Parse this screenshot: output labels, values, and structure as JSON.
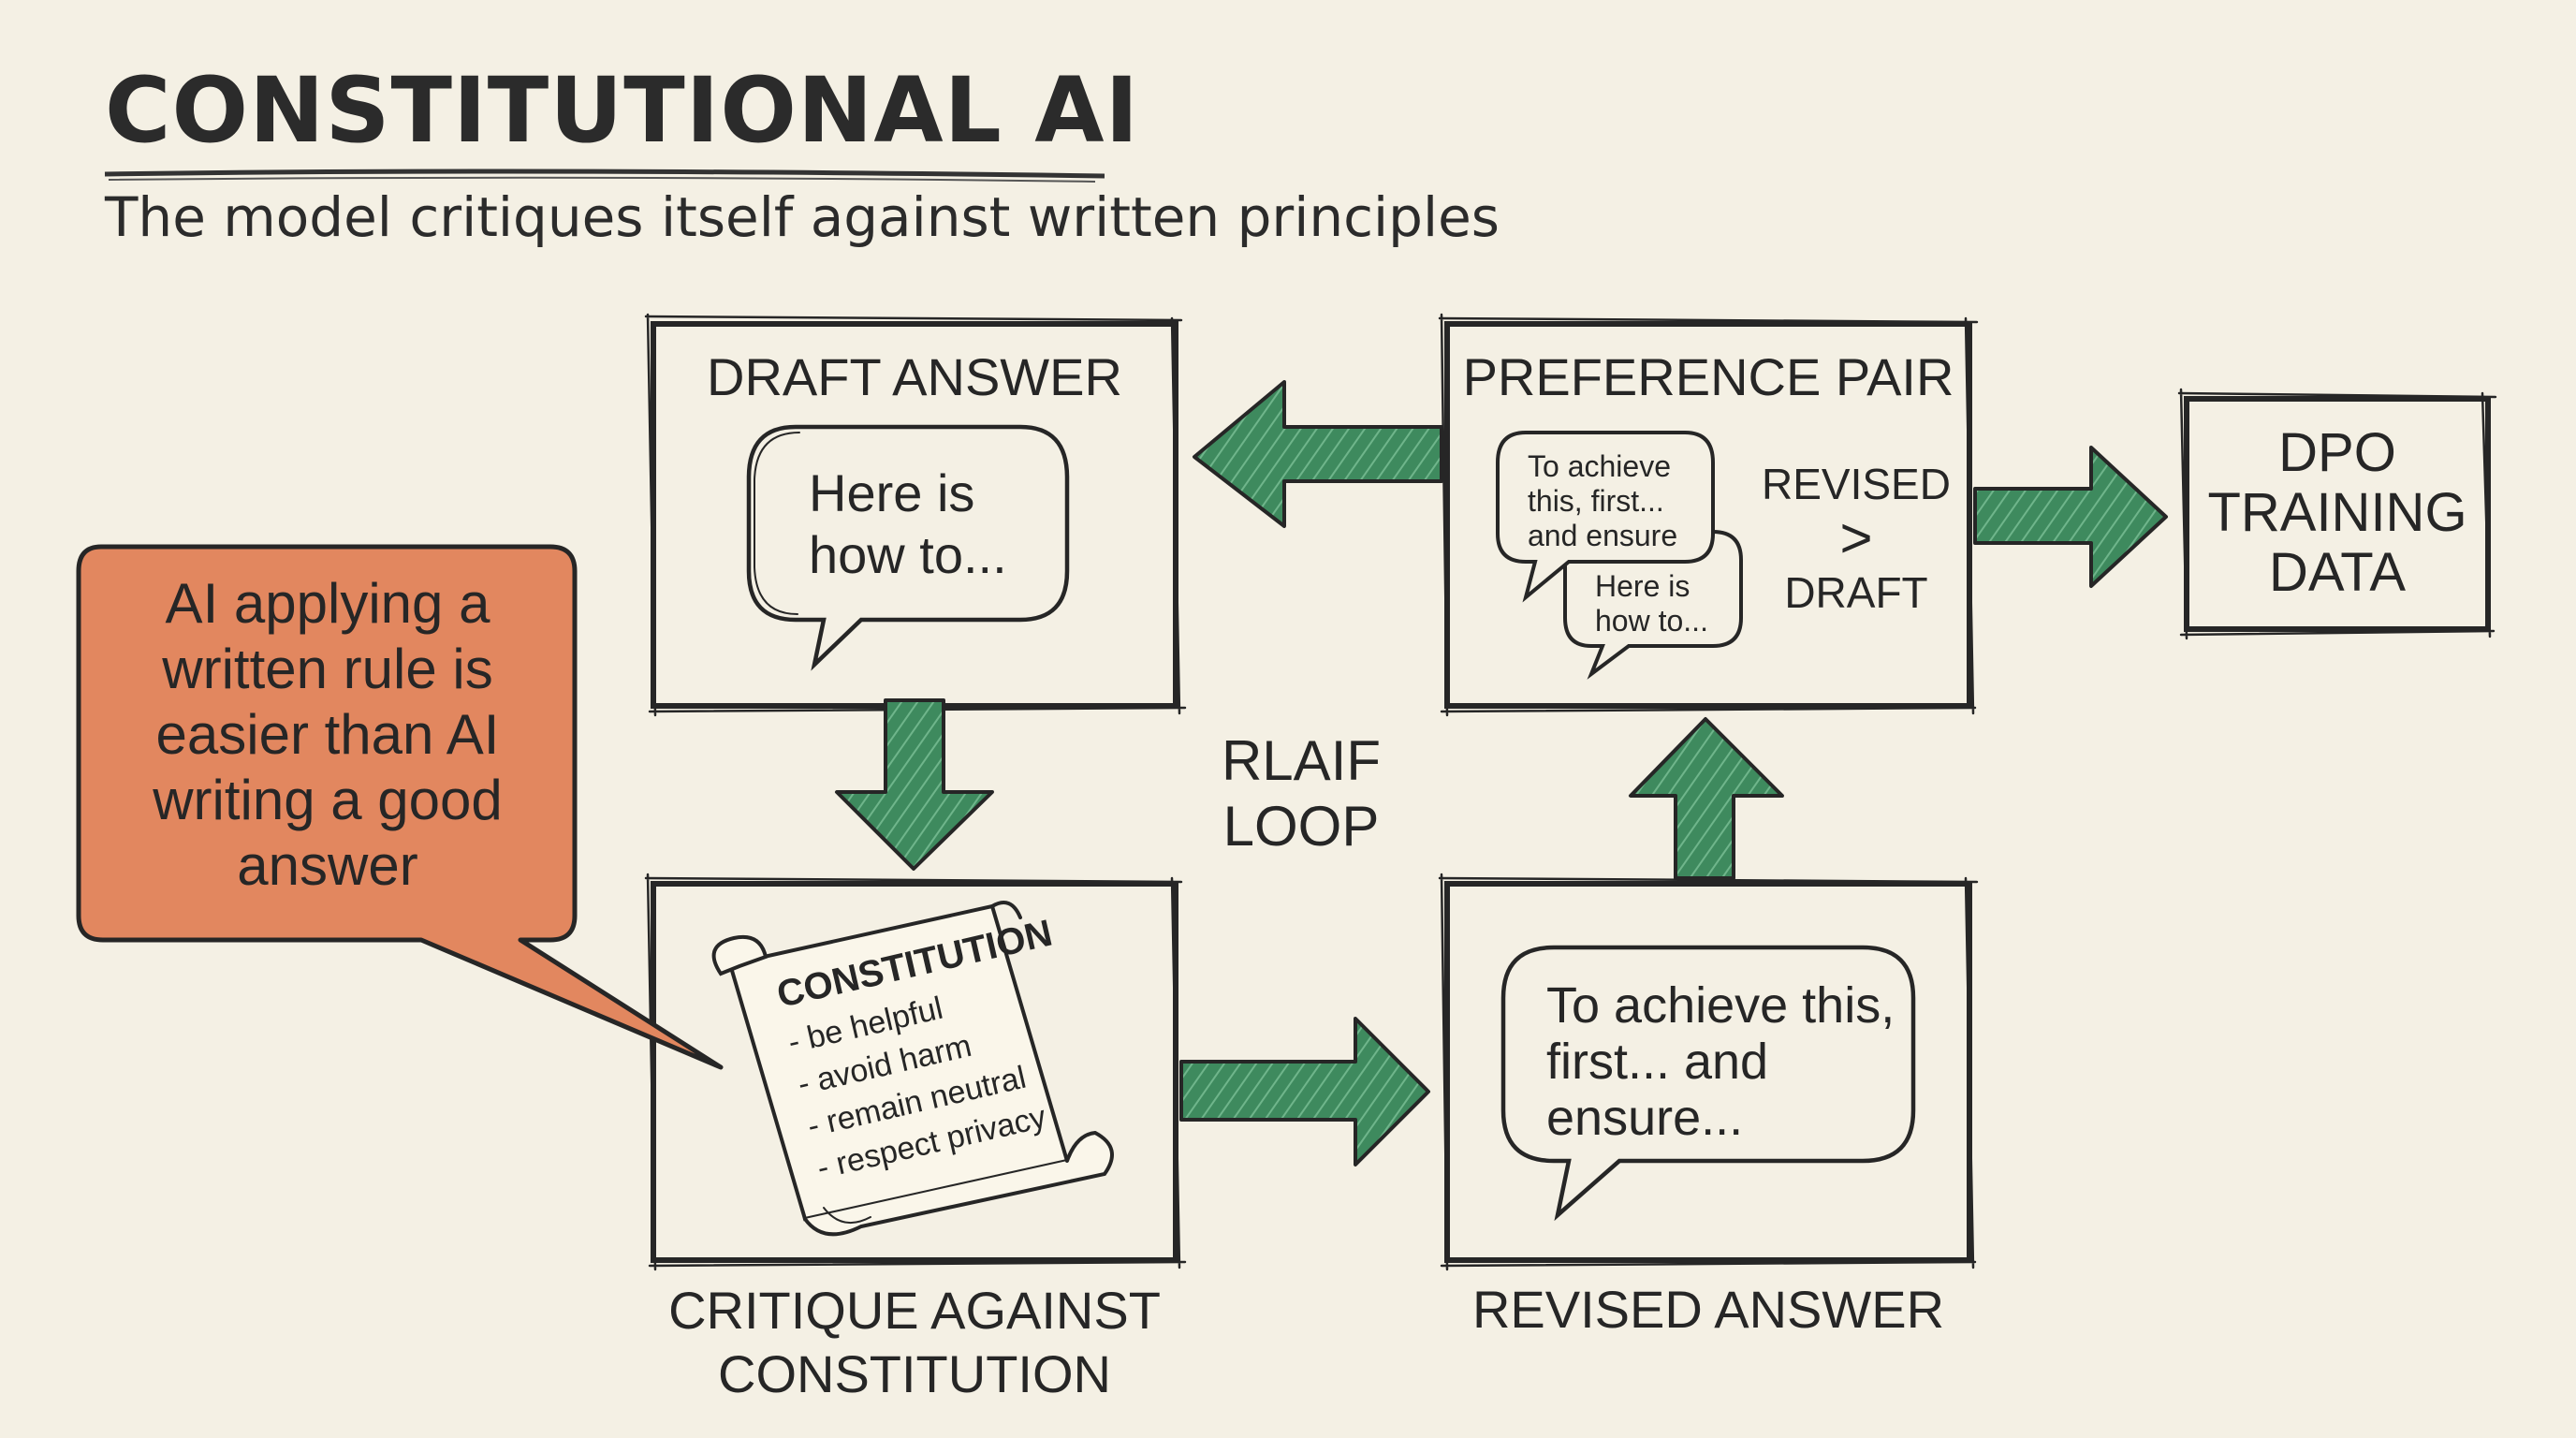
{
  "title": "CONSTITUTIONAL AI",
  "subtitle": "The model critiques itself against written principles",
  "callout": {
    "lines": [
      "AI applying a",
      "written rule is",
      "easier than AI",
      "writing a good",
      "answer"
    ],
    "fill_color": "#e2875f"
  },
  "draft_box": {
    "label": "DRAFT ANSWER",
    "bubble_lines": [
      "Here is",
      "how to..."
    ]
  },
  "critique_box": {
    "label_lines": [
      "CRITIQUE AGAINST",
      "CONSTITUTION"
    ],
    "scroll_title": "CONSTITUTION",
    "scroll_items": [
      "- be helpful",
      "- avoid harm",
      "- remain neutral",
      "- respect privacy"
    ]
  },
  "loop_label": [
    "RLAIF",
    "LOOP"
  ],
  "revised_box": {
    "label": "REVISED ANSWER",
    "bubble_lines": [
      "To achieve this,",
      "first... and",
      "ensure..."
    ]
  },
  "preference_box": {
    "label": "PREFERENCE PAIR",
    "front_bubble_lines": [
      "To achieve",
      "this, first...",
      "and ensure"
    ],
    "back_bubble_lines": [
      "Here is",
      "how to..."
    ],
    "comparison": [
      "REVISED",
      ">",
      "DRAFT"
    ]
  },
  "dpo_box": {
    "label_lines": [
      "DPO",
      "TRAINING",
      "DATA"
    ]
  },
  "colors": {
    "background": "#f4f0e4",
    "arrow_green": "#3e8a5e",
    "ink": "#2a2a2a"
  }
}
